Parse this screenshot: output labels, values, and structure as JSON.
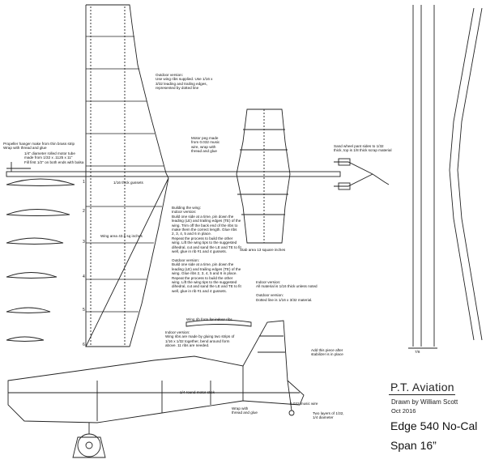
{
  "notes": {
    "outdoor_ribs": "Outdoor version:\nUse wing ribs supplied. Use 1/16 x\n3/32 leading and trailing edges,\nrepresented by dotted line",
    "prop_hanger": "Propeller hanger make from thin brass strip\nWrap with thread and glue",
    "motor_tube": "1/4\" diameter rolled motor tube\nmade from 1/32 x .1125 x 11\"\nFill first 1/2\" on both ends with balsa",
    "motor_peg": "Motor peg made\nfrom 0.032 music\nwire, wrap with\nthread and glue",
    "wheel_pants": "Sand wheel pant sides to 1/32\nthick, top is 1/8 thick scrap material",
    "gussets": "1/16 thick gussets",
    "wing_area": "Wing area 43.5 sq inches",
    "stab_area": "Stab area 13 square inches",
    "building": "Building the wing:\nIndoor version:\nBuild one side at a time, pin down the\nleading (LE) and trailing edges (TE) of the\nwing. Trim off the back end of the ribs to\nmake them the correct length. Glue ribs\n2, 3, 4, 5 and 6 in place.\nRepeat the process to build the other\nwing. Lift the wing tips to the suggested\ndihedral, cut and sand the LE and TE to fit\nwell, glue in rib #1 and 4 gussets.\n\nOutdoor version:\nBuild one side at a time, pin down the\nleading (LE) and trailing edges (TE) of the\nwing. Glue ribs 2, 3, 4, 5 and 6 in place.\nRepeat the process to build the other\nwing. Lift the wing tips to the suggested\ndihedral, cut and sand the LE and TE to fit\nwell, glue in rib #1 and 4 gussets.",
    "indoor_material": "Indoor version:\nAll material is 1/16 thick unless noted\n\nOutdoor version:\nDotted line is 1/16 x 3/32 material.",
    "rib_form": "Wing rib form for indoor ribs",
    "indoor_ribs": "Indoor version:\nWing ribs are made by gluing two strips of\n1/16 x 1/32 together, bend around form\nabove. 11 ribs are needed.",
    "add_piece": "Add this piece after\nstabilizer is in place",
    "motor_stick": "1/4 round motor stick",
    "music_wire": "0.032 music wire",
    "two_layers": "Two layers of 1/32,\n1/4 diameter",
    "wrap_thread": "Wrap with\nthread and glue",
    "dim": "7/8"
  },
  "rib_numbers": [
    "1",
    "2",
    "3",
    "4",
    "5",
    "6"
  ],
  "title_block": {
    "brand": "P.T. Aviation",
    "drawn_by": "Drawn by William Scott",
    "date": "Oct 2016",
    "model": "Edge 540 No-Cal",
    "span": "Span 16”"
  }
}
